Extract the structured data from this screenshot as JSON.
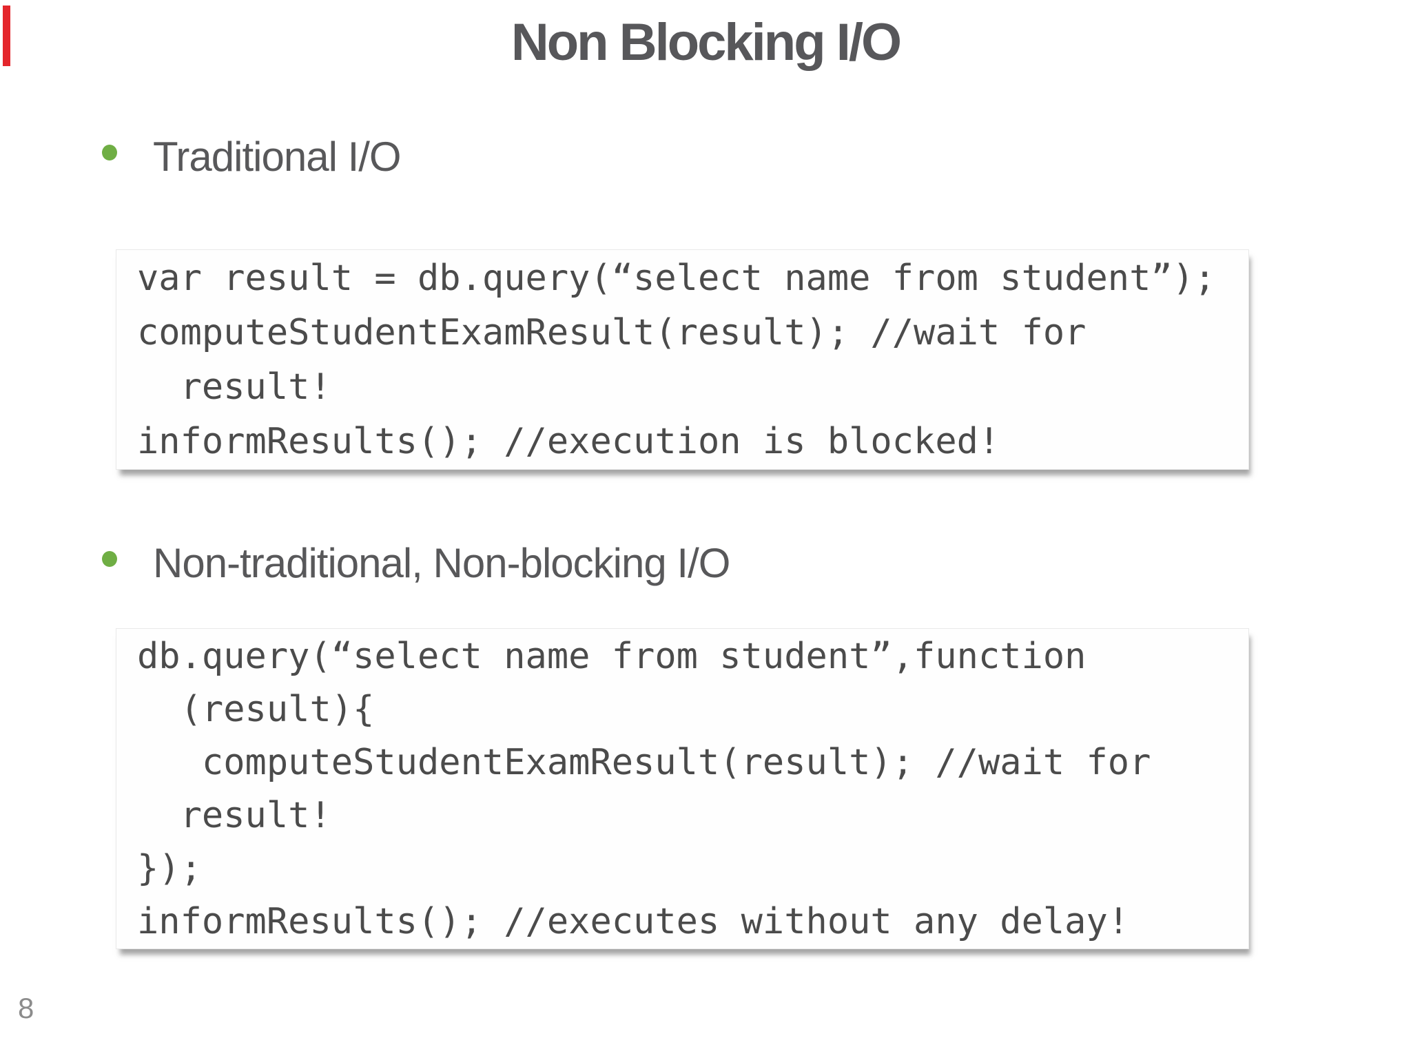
{
  "slide": {
    "title": "Non Blocking I/O",
    "page_number": "8",
    "colors": {
      "accent_green": "#6fae44",
      "heading_gray": "#57575a",
      "code_text_gray": "#4b4b4b",
      "red_marker": "#e4262c",
      "shadow_gray": "#a9a9a9"
    },
    "bullets": [
      {
        "label": "Traditional I/O"
      },
      {
        "label": "Non-traditional, Non-blocking I/O"
      }
    ],
    "code_blocks": [
      {
        "lines": [
          "var result = db.query(“select name from student”);",
          "computeStudentExamResult(result); //wait for",
          "  result!",
          "informResults(); //execution is blocked!"
        ]
      },
      {
        "lines": [
          "db.query(“select name from student”,function",
          "  (result){",
          "   computeStudentExamResult(result); //wait for",
          "  result!",
          "});",
          "informResults(); //executes without any delay!"
        ]
      }
    ]
  }
}
